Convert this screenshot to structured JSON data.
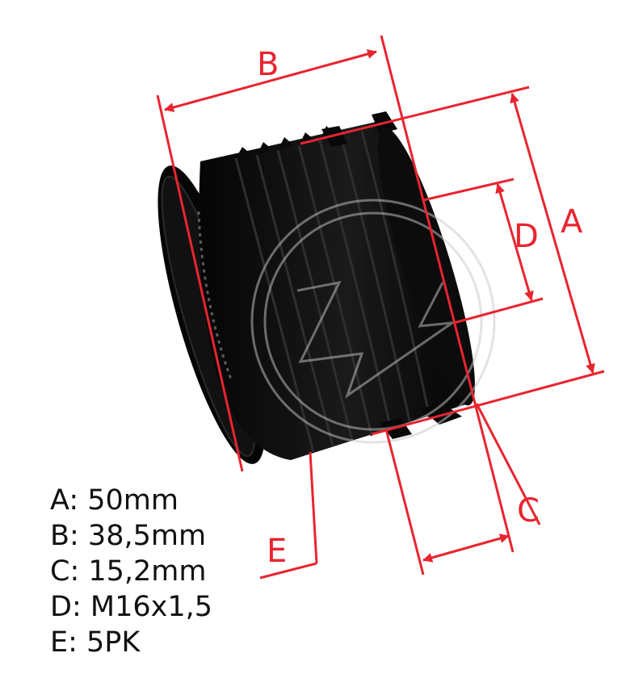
{
  "colors": {
    "dimension": "#e8252f",
    "part": "#0a0a0a",
    "highlight": "#3a3a3a",
    "watermark": "#c9c9c9",
    "text": "#111111"
  },
  "dimension_labels": {
    "a": "A",
    "b": "B",
    "c": "C",
    "d": "D",
    "e": "E"
  },
  "specs": [
    {
      "text": "A: 50mm"
    },
    {
      "text": "B: 38,5mm"
    },
    {
      "text": "C: 15,2mm"
    },
    {
      "text": "D: M16x1,5"
    },
    {
      "text": "E: 5PK"
    }
  ],
  "watermark": {
    "icon": "brand-logo-watermark"
  }
}
